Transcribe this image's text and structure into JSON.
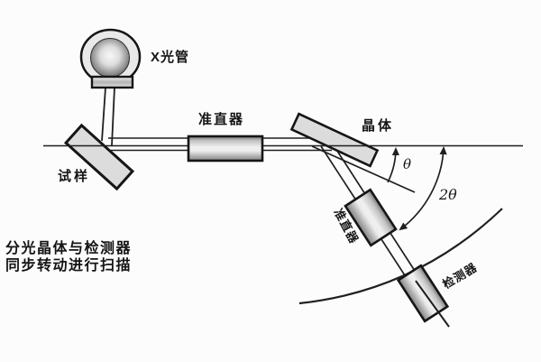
{
  "diagram": {
    "labels": {
      "x_ray_tube": "X光管",
      "primary_collimator": "准直器",
      "crystal": "晶体",
      "sample": "试样",
      "theta": "θ",
      "two_theta": "2θ",
      "secondary_collimator": "准直器",
      "detector": "检测器"
    },
    "caption": {
      "line1": "分光晶体与检测器",
      "line2": "同步转动进行扫描"
    },
    "colors": {
      "ink": "#1f1f1f",
      "component_fill": "#dcdcdc",
      "background": "#fcfcfc"
    }
  }
}
